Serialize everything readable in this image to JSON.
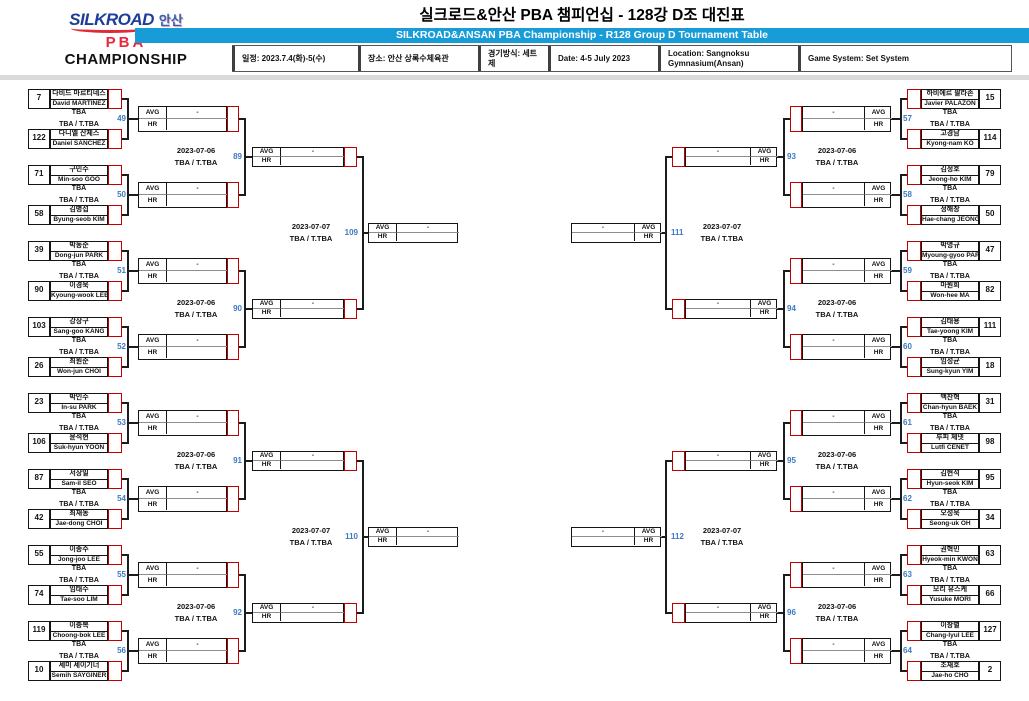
{
  "header": {
    "title": "실크로드&안산 PBA 챔피언십 - 128강 D조 대진표",
    "subtitle": "SILKROAD&ANSAN PBA Championship - R128 Group D Tournament Table",
    "logo": {
      "silkroad": "SILKROAD",
      "ansan": "안산",
      "pba": "PBA",
      "championship": "CHAMPIONSHIP"
    },
    "info_cells": [
      {
        "text": "일정: 2023.7.4(화)-5(수)"
      },
      {
        "text": "장소: 안산 상록수체육관"
      },
      {
        "text": "경기방식: 세트제"
      },
      {
        "text": "Date: 4-5 July 2023"
      },
      {
        "text": "Location: Sangnoksu Gymnasium(Ansan)"
      },
      {
        "text": "Game System: Set System"
      }
    ]
  },
  "labels": {
    "avg": "AVG",
    "hr": "HR",
    "avg_value": "-",
    "hr_value": "",
    "tba": "TBA",
    "tba_slot": "TBA / T.TBA"
  },
  "colors": {
    "subtitle_bar_blue": "#189CD8",
    "match_number_blue": "#3E78C4",
    "connector_red": "#C00000",
    "silkroad_blue": "#1C3D99",
    "pba_red": "#E8283C"
  },
  "bracket": {
    "left": {
      "pairs": [
        {
          "match": 49,
          "p1": {
            "seed": 7,
            "kr": "다비드 마르티네스",
            "en": "David MARTINEZ"
          },
          "p2": {
            "seed": 122,
            "kr": "다니엘 산체스",
            "en": "Daniel SANCHEZ"
          }
        },
        {
          "match": 50,
          "p1": {
            "seed": 71,
            "kr": "구민수",
            "en": "Min-soo GOO"
          },
          "p2": {
            "seed": 58,
            "kr": "김병섭",
            "en": "Byung-seob KIM"
          }
        },
        {
          "match": 51,
          "p1": {
            "seed": 39,
            "kr": "박동준",
            "en": "Dong-jun PARK"
          },
          "p2": {
            "seed": 90,
            "kr": "이경욱",
            "en": "Kyoung-wook LEE"
          }
        },
        {
          "match": 52,
          "p1": {
            "seed": 103,
            "kr": "강상구",
            "en": "Sang-goo KANG"
          },
          "p2": {
            "seed": 26,
            "kr": "최원준",
            "en": "Won-jun CHOI"
          }
        },
        {
          "match": 53,
          "p1": {
            "seed": 23,
            "kr": "박인수",
            "en": "In-su PARK"
          },
          "p2": {
            "seed": 106,
            "kr": "윤석현",
            "en": "Suk-hyun YOON"
          }
        },
        {
          "match": 54,
          "p1": {
            "seed": 87,
            "kr": "서상일",
            "en": "Sam-il SEO"
          },
          "p2": {
            "seed": 42,
            "kr": "최재동",
            "en": "Jae-dong CHOI"
          }
        },
        {
          "match": 55,
          "p1": {
            "seed": 55,
            "kr": "이종주",
            "en": "Jong-joo LEE"
          },
          "p2": {
            "seed": 74,
            "kr": "임태수",
            "en": "Tae-soo LIM"
          }
        },
        {
          "match": 56,
          "p1": {
            "seed": 119,
            "kr": "이충복",
            "en": "Choong-bok LEE"
          },
          "p2": {
            "seed": 10,
            "kr": "세미 세이기너",
            "en": "Semih SAYGINER"
          }
        }
      ],
      "r64": [
        {
          "match": 89,
          "date": "2023-07-06",
          "slot": "TBA / T.TBA"
        },
        {
          "match": 90,
          "date": "2023-07-06",
          "slot": "TBA / T.TBA"
        },
        {
          "match": 91,
          "date": "2023-07-06",
          "slot": "TBA / T.TBA"
        },
        {
          "match": 92,
          "date": "2023-07-06",
          "slot": "TBA / T.TBA"
        }
      ],
      "r32": [
        {
          "match": 109,
          "date": "2023-07-07",
          "slot": "TBA / T.TBA"
        },
        {
          "match": 110,
          "date": "2023-07-07",
          "slot": "TBA / T.TBA"
        }
      ]
    },
    "right": {
      "pairs": [
        {
          "match": 57,
          "p1": {
            "seed": 15,
            "kr": "하비에르 팔라존",
            "en": "Javier PALAZON"
          },
          "p2": {
            "seed": 114,
            "kr": "고경남",
            "en": "Kyong-nam KO"
          }
        },
        {
          "match": 58,
          "p1": {
            "seed": 79,
            "kr": "김정호",
            "en": "Jeong-ho KIM"
          },
          "p2": {
            "seed": 50,
            "kr": "정해창",
            "en": "Hae-chang JEONG"
          }
        },
        {
          "match": 59,
          "p1": {
            "seed": 47,
            "kr": "박명규",
            "en": "Myoung-gyoo PARK"
          },
          "p2": {
            "seed": 82,
            "kr": "마원희",
            "en": "Won-hee MA"
          }
        },
        {
          "match": 60,
          "p1": {
            "seed": 111,
            "kr": "김태용",
            "en": "Tae-yoong KIM"
          },
          "p2": {
            "seed": 18,
            "kr": "임성균",
            "en": "Sung-kyun YIM"
          }
        },
        {
          "match": 61,
          "p1": {
            "seed": 31,
            "kr": "백찬혁",
            "en": "Chan-hyun BAEK"
          },
          "p2": {
            "seed": 98,
            "kr": "루피 체넷",
            "en": "Lutfi CENET"
          }
        },
        {
          "match": 62,
          "p1": {
            "seed": 95,
            "kr": "김현석",
            "en": "Hyun-seok KIM"
          },
          "p2": {
            "seed": 34,
            "kr": "오성욱",
            "en": "Seong-uk OH"
          }
        },
        {
          "match": 63,
          "p1": {
            "seed": 63,
            "kr": "권혁민",
            "en": "Hyeok-min KWON"
          },
          "p2": {
            "seed": 66,
            "kr": "모리 유스케",
            "en": "Yusuke MORI"
          }
        },
        {
          "match": 64,
          "p1": {
            "seed": 127,
            "kr": "이창렬",
            "en": "Chang-lyul LEE"
          },
          "p2": {
            "seed": 2,
            "kr": "조재호",
            "en": "Jae-ho CHO"
          }
        }
      ],
      "r64": [
        {
          "match": 93,
          "date": "2023-07-06",
          "slot": "TBA / T.TBA"
        },
        {
          "match": 94,
          "date": "2023-07-06",
          "slot": "TBA / T.TBA"
        },
        {
          "match": 95,
          "date": "2023-07-06",
          "slot": "TBA / T.TBA"
        },
        {
          "match": 96,
          "date": "2023-07-06",
          "slot": "TBA / T.TBA"
        }
      ],
      "r32": [
        {
          "match": 111,
          "date": "2023-07-07",
          "slot": "TBA / T.TBA"
        },
        {
          "match": 112,
          "date": "2023-07-07",
          "slot": "TBA / T.TBA"
        }
      ]
    }
  }
}
